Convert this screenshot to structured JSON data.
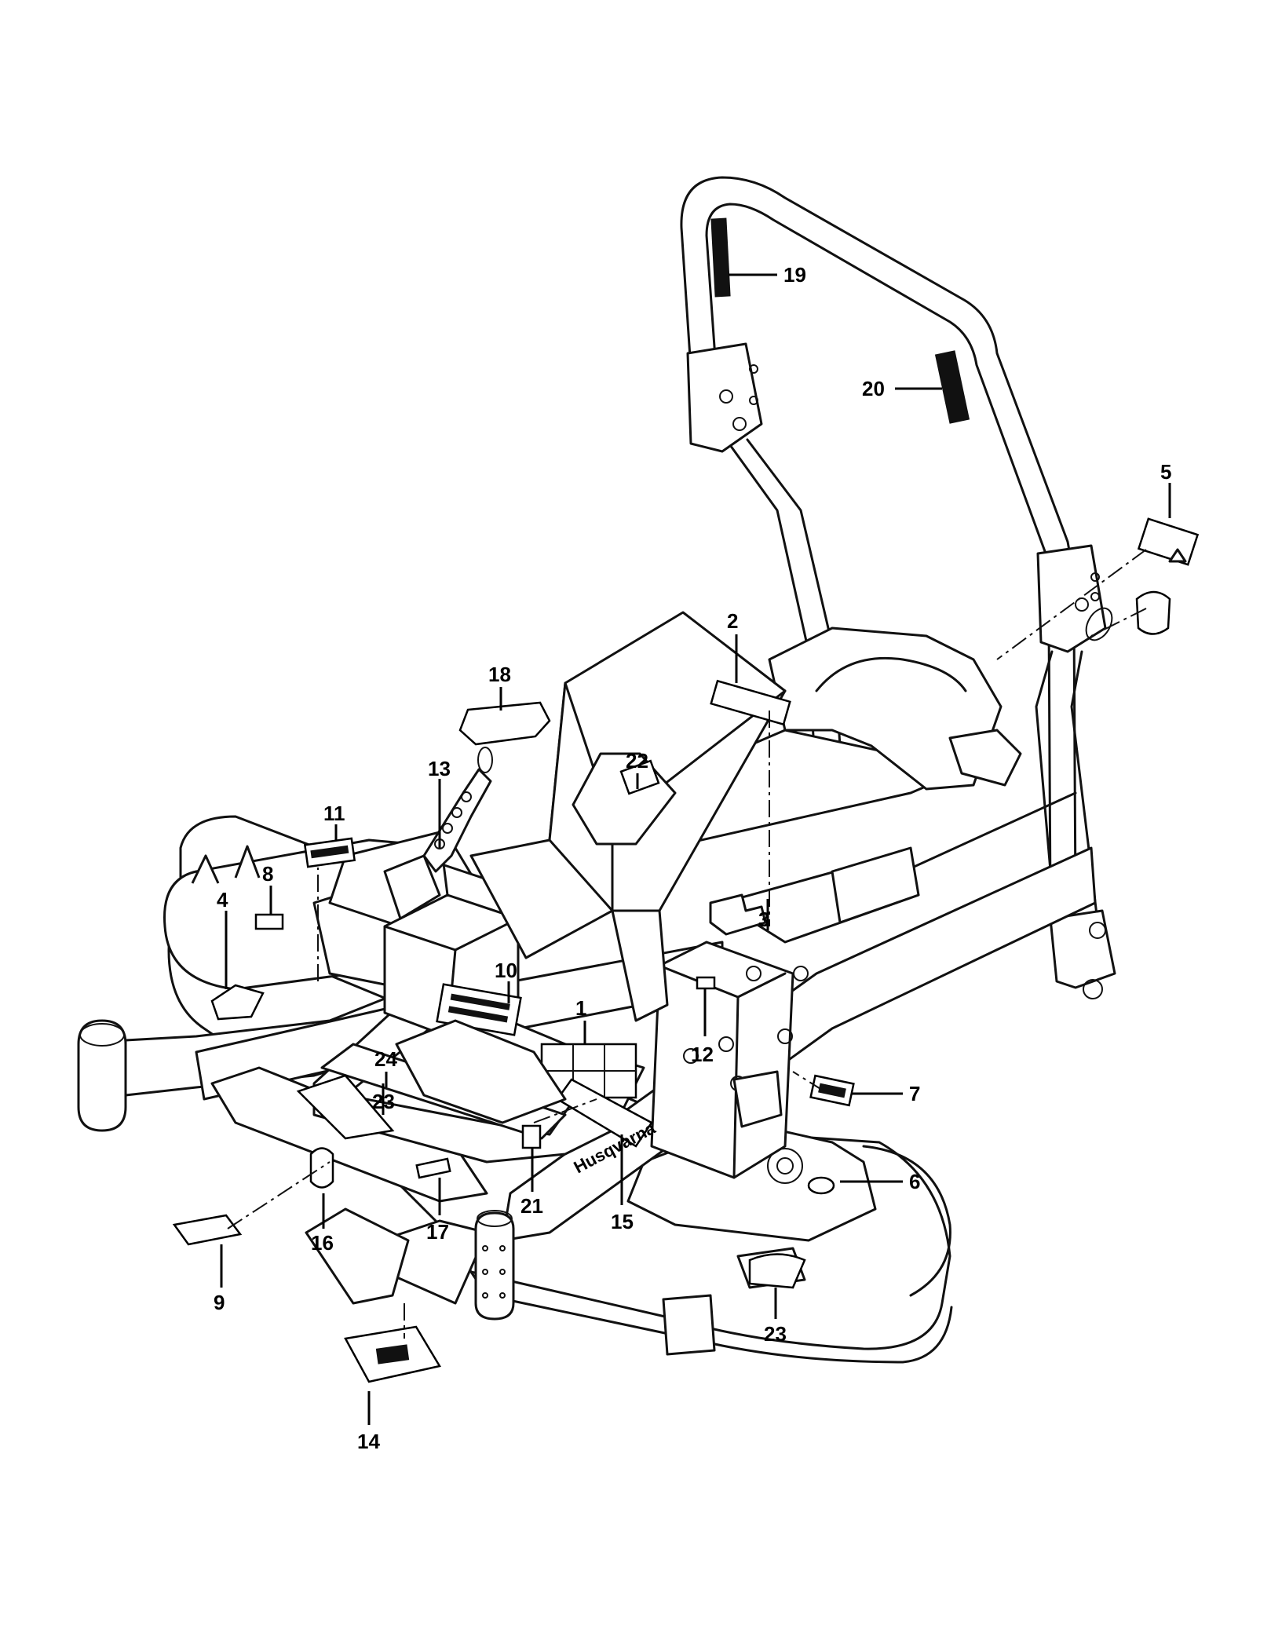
{
  "brand_text": "Husqvarna",
  "callouts": [
    {
      "id": "c1",
      "label": "1"
    },
    {
      "id": "c2",
      "label": "2"
    },
    {
      "id": "c3",
      "label": "3"
    },
    {
      "id": "c4",
      "label": "4"
    },
    {
      "id": "c5",
      "label": "5"
    },
    {
      "id": "c6",
      "label": "6"
    },
    {
      "id": "c7",
      "label": "7"
    },
    {
      "id": "c8",
      "label": "8"
    },
    {
      "id": "c9",
      "label": "9"
    },
    {
      "id": "c10",
      "label": "10"
    },
    {
      "id": "c11",
      "label": "11"
    },
    {
      "id": "c12",
      "label": "12"
    },
    {
      "id": "c13",
      "label": "13"
    },
    {
      "id": "c14",
      "label": "14"
    },
    {
      "id": "c15",
      "label": "15"
    },
    {
      "id": "c16",
      "label": "16"
    },
    {
      "id": "c17",
      "label": "17"
    },
    {
      "id": "c18",
      "label": "18"
    },
    {
      "id": "c19",
      "label": "19"
    },
    {
      "id": "c20",
      "label": "20"
    },
    {
      "id": "c21",
      "label": "21"
    },
    {
      "id": "c22",
      "label": "22"
    },
    {
      "id": "c23a",
      "label": "23"
    },
    {
      "id": "c23b",
      "label": "23"
    },
    {
      "id": "c24",
      "label": "24"
    }
  ]
}
